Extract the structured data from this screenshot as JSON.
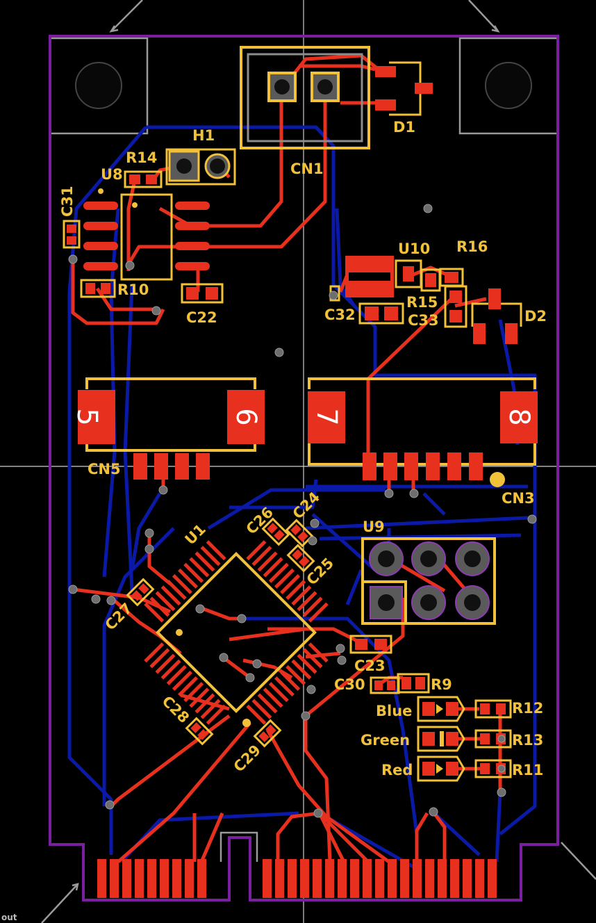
{
  "view": {
    "tool": "pcb-layout-editor"
  },
  "colors": {
    "background": "#000000",
    "board_outline": "#7a1fa0",
    "top_copper": "#e8301e",
    "bottom_copper": "#0a19a6",
    "silkscreen": "#f2c13a",
    "courtyard": "#8c8c8c",
    "via_fill": "#6e6e6e"
  },
  "labels": {
    "D1": "D1",
    "H1": "H1",
    "CN1": "CN1",
    "R14": "R14",
    "U8": "U8",
    "C31": "C31",
    "R10": "R10",
    "C22": "C22",
    "U10": "U10",
    "R16": "R16",
    "C32": "C32",
    "R15": "R15",
    "C33": "C33",
    "D2": "D2",
    "CN5": "CN5",
    "CN3": "CN3",
    "C26": "C26",
    "C24": "C24",
    "C25": "C25",
    "U1": "U1",
    "U9": "U9",
    "C27": "C27",
    "C23": "C23",
    "C30": "C30",
    "R9": "R9",
    "Blue": "Blue",
    "R12": "R12",
    "Green": "Green",
    "R13": "R13",
    "Red": "Red",
    "R11": "R11",
    "C28": "C28",
    "C29": "C29"
  },
  "pad_numbers": {
    "p5": "5",
    "p6": "6",
    "p7": "7",
    "p8": "8"
  },
  "corner_text": "out"
}
